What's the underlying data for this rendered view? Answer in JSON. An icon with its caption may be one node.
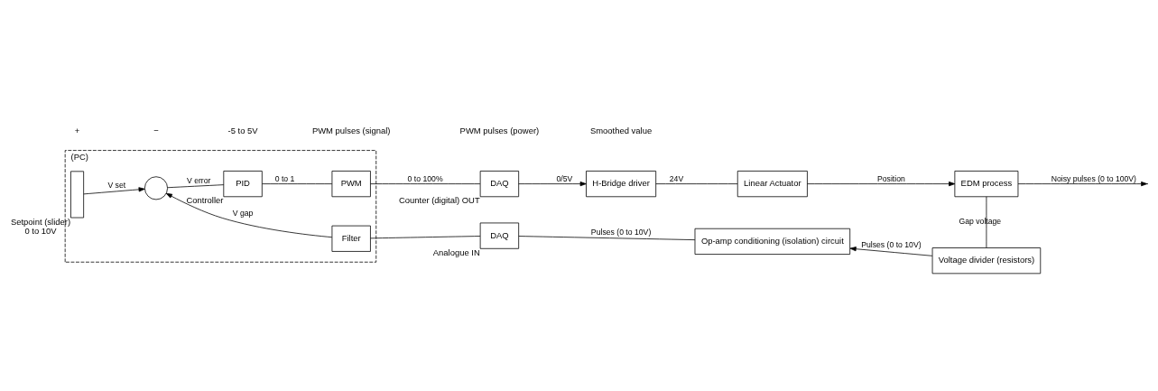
{
  "diagram": {
    "nodes": [
      {
        "text": [
          "(PC)"
        ]
      },
      {
        "text": [],
        "shape": "bar",
        "beside": [
          "Setpoint (slider)",
          "0 to 10V"
        ],
        "in": 0
      },
      {
        "text": [],
        "shape": "circle",
        "in": 0
      },
      {
        "text": [
          "PID"
        ],
        "beside": [
          "Controller"
        ],
        "in": 0
      },
      {
        "text": [
          "PWM"
        ],
        "in": 0
      },
      {
        "text": [
          "DAQ"
        ],
        "beside": [
          "Counter (digital) OUT"
        ]
      },
      {
        "text": [
          "H-Bridge driver"
        ]
      },
      {
        "text": [
          "Linear Actuator"
        ]
      },
      {
        "text": [
          "EDM process"
        ]
      },
      {
        "text": [
          "Voltage divider (resistors)"
        ]
      },
      {
        "text": [
          "Op-amp conditioning (isolation) circuit"
        ]
      },
      {
        "text": [
          "DAQ"
        ],
        "beside": [
          "Analogue IN"
        ]
      },
      {
        "text": [
          "Filter"
        ],
        "in": 0
      }
    ],
    "edges": [
      {
        "from": 1,
        "to": 2,
        "arrow": "to",
        "label": "V set"
      },
      {
        "from": 2,
        "to": 3,
        "arrow": "none",
        "label": "V error"
      },
      {
        "from": 3,
        "to": 4,
        "arrow": "none",
        "label": "0 to 1"
      },
      {
        "from": 4,
        "to": 5,
        "arrow": "none",
        "label": "0 to 100%"
      },
      {
        "from": 5,
        "to": 6,
        "arrow": "to",
        "label": "0/5V"
      },
      {
        "from": 6,
        "to": 7,
        "arrow": "none",
        "label": "24V"
      },
      {
        "from": 7,
        "to": 8,
        "arrow": "to",
        "label": "Position"
      },
      {
        "from": 8,
        "to": null,
        "arrow": "to",
        "label": "Noisy pulses (0 to 100V)"
      },
      {
        "from": 8,
        "to": 9,
        "arrow": "none",
        "label": "Gap voltage"
      },
      {
        "from": 9,
        "to": 10,
        "arrow": "to",
        "label": "Pulses (0 to 10V)"
      },
      {
        "from": 10,
        "to": 11,
        "arrow": "none",
        "label": "Pulses (0 to 10V)"
      },
      {
        "from": 11,
        "to": 12,
        "arrow": "none"
      },
      {
        "from": 12,
        "to": 2,
        "arrow": "to",
        "label": "V gap"
      }
    ],
    "labels": [
      "+",
      "−",
      "-5 to 5V",
      "PWM pulses (signal)",
      "PWM pulses (power)",
      "Smoothed value"
    ]
  }
}
